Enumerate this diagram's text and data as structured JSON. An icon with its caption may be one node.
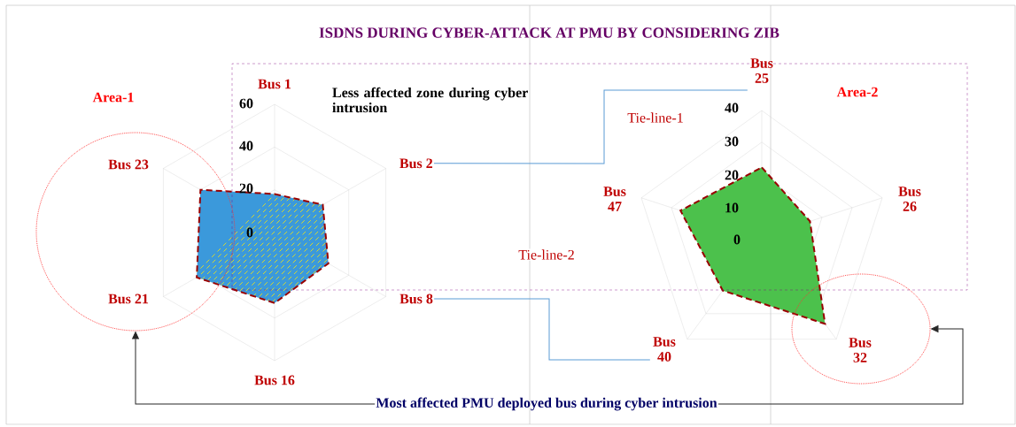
{
  "diagram": {
    "title": "ISDNS DURING CYBER-ATTACK AT PMU BY CONSIDERING ZIB",
    "nodes": [
      {
        "text": [
          "Less affected zone during cyber intrusion"
        ]
      },
      {
        "text": [
          "Bus 2"
        ],
        "in": 0
      },
      {
        "text": [
          "Bus 25"
        ]
      },
      {
        "text": [
          "Bus 8"
        ]
      },
      {
        "text": [
          "Bus 40"
        ]
      },
      {
        "text": [],
        "shape": "circle"
      },
      {
        "text": [],
        "shape": "circle"
      },
      {
        "text": [
          "Most affected PMU deployed bus during cyber intrusion"
        ]
      }
    ],
    "edges": [
      {
        "from": 1,
        "to": 2,
        "arrow": "none",
        "label": "Tie-line-1",
        "color": "#5b9bd5"
      },
      {
        "from": 3,
        "to": 4,
        "arrow": "none",
        "label": "Tie-line-2",
        "color": "#5b9bd5"
      },
      {
        "from": 7,
        "to": 5,
        "arrow": "to",
        "color": "#262626"
      },
      {
        "from": 7,
        "to": 6,
        "arrow": "to",
        "color": "#262626"
      }
    ],
    "labels": [
      "Bus 1",
      "Area-1",
      "60",
      "40",
      "20",
      "0",
      "Bus 23",
      "Bus 21",
      "Bus 16",
      "Area-2",
      "40",
      "30",
      "20",
      "10",
      "0",
      "Bus 47",
      "Bus 26",
      "Bus 32"
    ]
  }
}
